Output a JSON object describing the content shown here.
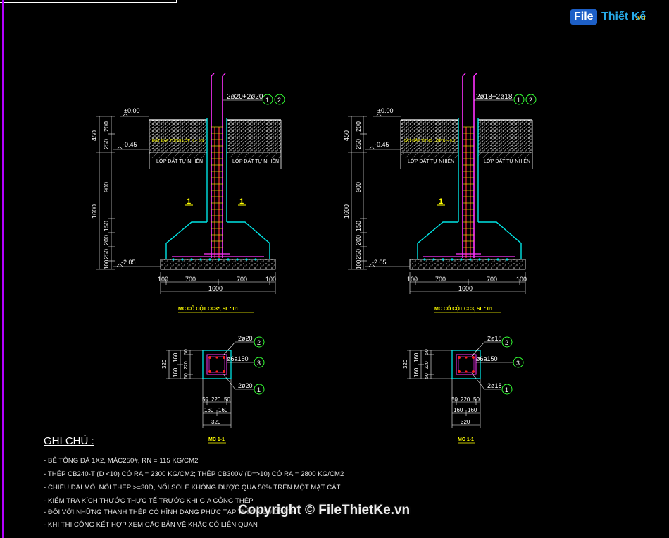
{
  "left_detail": {
    "rebar_top": "2ø20+2ø20",
    "callout_1": "1",
    "callout_2": "2",
    "level_top": "±0.00",
    "level_mid": "-0.45",
    "level_bot": "-2.05",
    "dim_450": "450",
    "dim_250a": "250",
    "dim_200a": "200",
    "dim_900": "900",
    "dim_1600v": "1600",
    "dim_150": "150",
    "dim_200b": "200",
    "dim_250b": "250",
    "dim_100": "100",
    "backfill_note": "ĐẤT ĐẮP TỪNG LỚP K = 0.9",
    "soil_left": "LỚP ĐẤT TỰ NHIÊN",
    "soil_right": "LỚP ĐẤT TỰ NHIÊN",
    "mark_1a": "1",
    "mark_1b": "1",
    "base_dims": [
      "100",
      "700",
      "700",
      "100"
    ],
    "base_total": "1600",
    "title": "MC CỔ CỘT CC3*, SL : 01"
  },
  "right_detail": {
    "rebar_top": "2ø18+2ø18",
    "callout_1": "1",
    "callout_2": "2",
    "level_top": "±0.00",
    "level_mid": "-0.45",
    "level_bot": "-2.05",
    "dim_450": "450",
    "dim_250a": "250",
    "dim_200a": "200",
    "dim_900": "900",
    "dim_1600v": "1600",
    "dim_150": "150",
    "dim_200b": "200",
    "dim_250b": "250",
    "dim_100": "100",
    "backfill_note": "ĐẤT ĐẮP TỪNG LỚP K = 0.9",
    "soil_left": "LỚP ĐẤT TỰ NHIÊN",
    "soil_right": "LỚP ĐẤT TỰ NHIÊN",
    "mark_1a": "1",
    "base_dims": [
      "100",
      "700",
      "700",
      "100"
    ],
    "base_total": "1600",
    "title": "MC CỔ CỘT CC3, SL : 01"
  },
  "left_section": {
    "top_bar": "2ø20",
    "stirrup": "ø6a150",
    "bottom_bar": "2ø20",
    "callout_2": "2",
    "callout_3": "3",
    "callout_1": "1",
    "vdim_total": "320",
    "vdim_160a": "160",
    "vdim_160b": "160",
    "vdim_50a": "50",
    "vdim_220": "220",
    "vdim_50b": "50",
    "hdim_50a": "50",
    "hdim_220": "220",
    "hdim_50b": "50",
    "hdim_160a": "160",
    "hdim_160b": "160",
    "hdim_total": "320",
    "title": "MC 1-1"
  },
  "right_section": {
    "top_bar": "2ø18",
    "stirrup": "ø6a150",
    "bottom_bar": "2ø18",
    "callout_2": "2",
    "callout_3": "3",
    "callout_1": "1",
    "vdim_total": "320",
    "vdim_160a": "160",
    "vdim_160b": "160",
    "vdim_50a": "50",
    "vdim_220": "220",
    "vdim_50b": "50",
    "hdim_50a": "50",
    "hdim_220": "220",
    "hdim_50b": "50",
    "hdim_160a": "160",
    "hdim_160b": "160",
    "hdim_total": "320",
    "title": "MC 1-1"
  },
  "notes": {
    "title": "GHI CHÚ :",
    "items": [
      "- BÊ TÔNG ĐÁ 1X2, MÁC250#, RN = 115 KG/CM2",
      "- THÉP CB240-T (D <10) CÓ RA = 2300 KG/CM2; THÉP CB300V (D=>10) CÓ RA = 2800 KG/CM2",
      "- CHIỀU DÀI MỐI NỐI THÉP >=30D, NỐI SOLE KHÔNG ĐƯỢC QUÁ 50% TRÊN MỘT MẶT CẮT",
      "- KIỂM TRA KÍCH THƯỚC THỰC TẾ TRƯỚC KHI GIA CÔNG THÉP",
      "- ĐỐI VỚI NHỮNG THANH THÉP CÓ HÌNH DẠNG PHỨC TẠP THÌ CHIỀU DÀI TH",
      "- KHI THI CÔNG KẾT HỢP XEM CÁC BẢN VẼ KHÁC CÓ LIÊN QUAN"
    ]
  },
  "watermark": "Copyright © FileThietKe.vn",
  "logo": {
    "part1": "File",
    "part2": "Thiết Kế",
    "part3": ".vn"
  },
  "colors": {
    "background": "#000000",
    "dimension": "#ffffff",
    "foundation": "#00e5e5",
    "column_rebar": "#ff33ff",
    "red_bar": "#ff2222",
    "yellow_text": "#ffff00",
    "green_callout": "#33ff33",
    "border": "#b500ff"
  }
}
